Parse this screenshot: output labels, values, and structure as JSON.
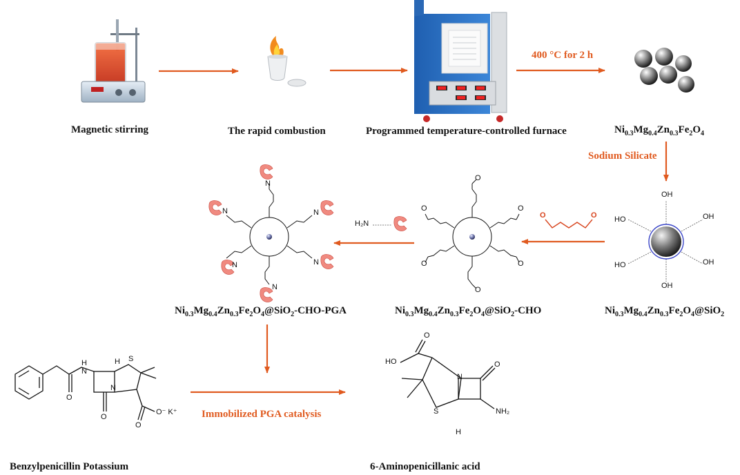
{
  "colors": {
    "arrow": "#e05a1f",
    "accent_text": "#e05a1f",
    "bond": "#111111"
  },
  "steps": {
    "magnetic_stirring": "Magnetic stirring",
    "rapid_combustion": "The rapid combustion",
    "furnace": "Programmed temperature-controlled furnace",
    "furnace_condition": "400 °C for 2 h",
    "sodium_silicate": "Sodium Silicate",
    "catalysis": "Immobilized PGA catalysis"
  },
  "materials": {
    "ferrite": {
      "el1": "Ni",
      "s1": "0.3",
      "el2": "Mg",
      "s2": "0.4",
      "el3": "Zn",
      "s3": "0.3",
      "el4": "Fe",
      "s4": "2",
      "el5": "O",
      "s5": "4"
    },
    "ferrite_sio2": {
      "suffix_a": "@SiO",
      "suffix_s": "2"
    },
    "ferrite_cho": {
      "suffix_a": "@SiO",
      "suffix_s": "2",
      "suffix_b": "-CHO"
    },
    "ferrite_pga": {
      "suffix_a": "@SiO",
      "suffix_s": "2",
      "suffix_b": "-CHO-PGA"
    }
  },
  "compounds": {
    "benzylpenicillin": "Benzylpenicillin Potassium",
    "apa": "6-Aminopenicillanic acid"
  },
  "atoms": {
    "oh": "OH",
    "ho": "HO",
    "o": "O",
    "n": "N",
    "s": "S",
    "h": "H",
    "h2n": "H₂N",
    "nh": "H",
    "nh2": "NH₂",
    "coo_k": "O⁻ K⁺",
    "enzyme_n": "=N"
  }
}
